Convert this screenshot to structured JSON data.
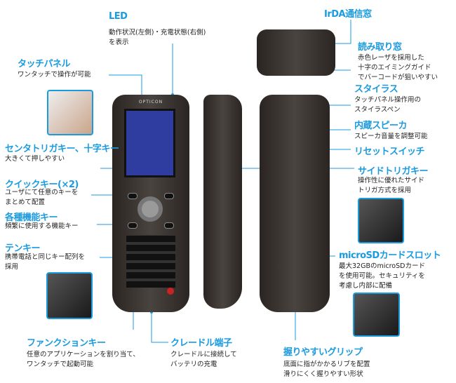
{
  "accent": "#1a9be0",
  "brand": "OPTICON",
  "labels": {
    "led": {
      "title": "LED",
      "desc": "動作状況(左側)・充電状態(右側)\nを表示"
    },
    "touch": {
      "title": "タッチパネル",
      "desc": "ワンタッチで操作が可能"
    },
    "center": {
      "title": "センタトリガキー、十字キー",
      "desc": "大きくて押しやすい"
    },
    "quick": {
      "title": "クイックキー(×2)",
      "desc": "ユーザにて任意のキーを\nまとめて配置"
    },
    "func_keys": {
      "title": "各種機能キー",
      "desc": "頻繁に使用する機能キー"
    },
    "tenkey": {
      "title": "テンキー",
      "desc": "携帯電話と同じキー配列を\n採用"
    },
    "function": {
      "title": "ファンクションキー",
      "desc": "任意のアプリケーションを割り当て、\nワンタッチで起動可能"
    },
    "cradle": {
      "title": "クレードル端子",
      "desc": "クレードルに接続して\nバッテリの充電"
    },
    "irda": {
      "title": "IrDA通信窓"
    },
    "reader": {
      "title": "読み取り窓",
      "desc": "赤色レーザを採用した\n十字のエイミングガイド\nでバーコードが狙いやすい"
    },
    "stylus": {
      "title": "スタイラス",
      "desc": "タッチパネル操作用の\nスタイラスペン"
    },
    "speaker": {
      "title": "内蔵スピーカ",
      "desc": "スピーカ音量を調整可能"
    },
    "reset": {
      "title": "リセットスイッチ"
    },
    "side": {
      "title": "サイドトリガキー",
      "desc": "操作性に優れたサイド\nトリガ方式を採用"
    },
    "microsd": {
      "title": "microSDカードスロット",
      "desc": "最大32GBのmicroSDカード\nを使用可能。セキュリティを\n考慮し内部に配備"
    },
    "grip": {
      "title": "握りやすいグリップ",
      "desc": "底面に指がかかるリブを配置\n滑りにくく握りやすい形状"
    }
  }
}
